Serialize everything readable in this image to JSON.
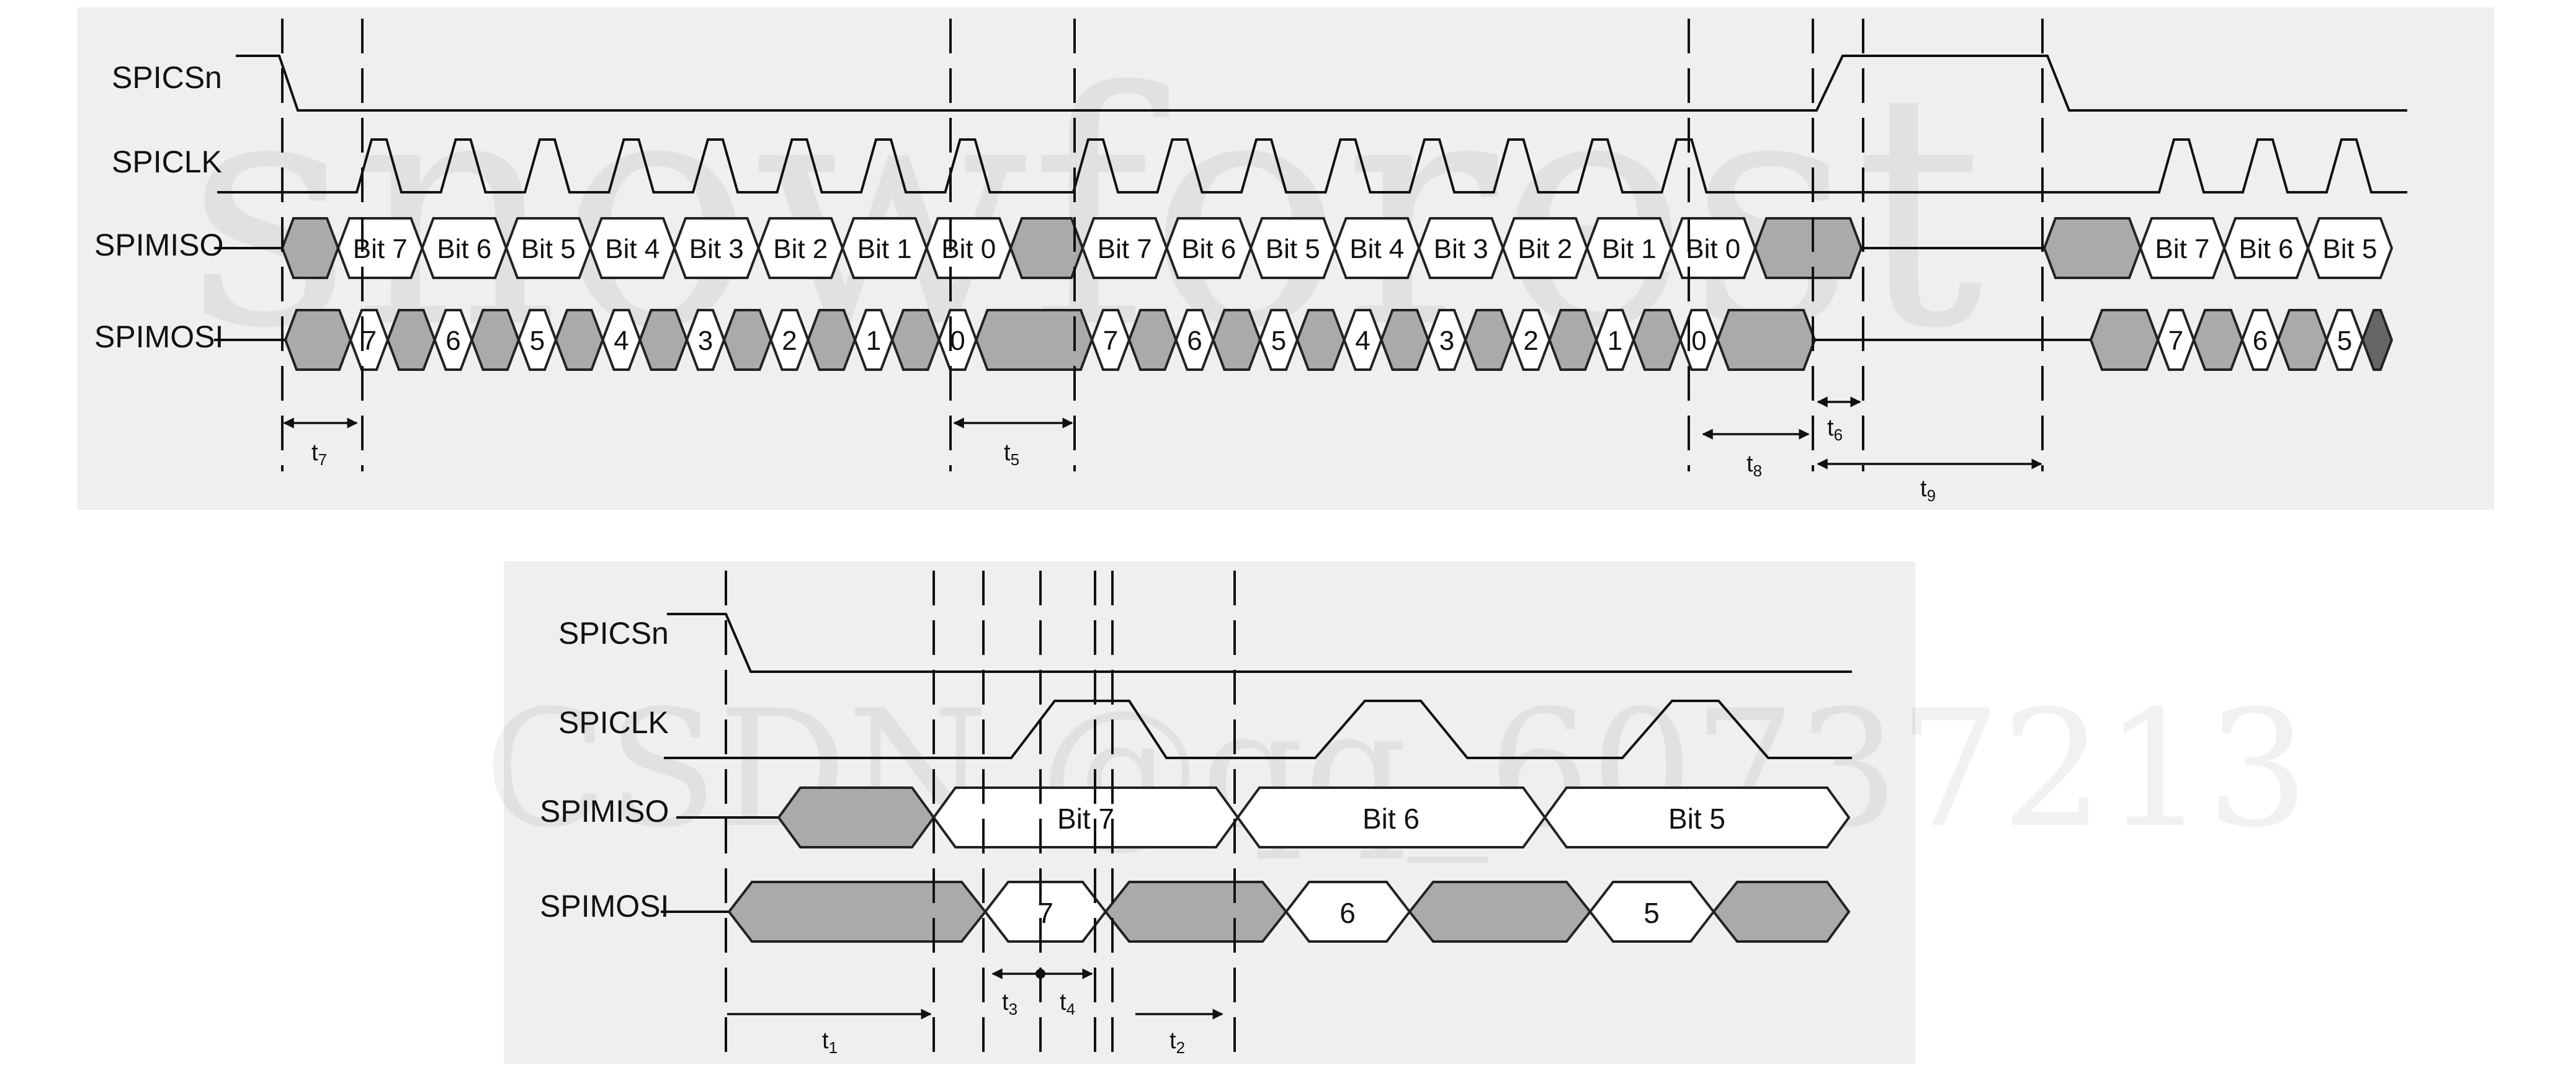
{
  "colors": {
    "background": "#ffffff",
    "panel": "#efefef",
    "data_fill": "#ffffff",
    "idle_fill": "#aaaaaa",
    "line": "#111111"
  },
  "watermarks": [
    "snowforest",
    "CSDN @qq_60737213"
  ],
  "top": {
    "signals": [
      "SPICSn",
      "SPICLK",
      "SPIMISO",
      "SPIMOSI"
    ],
    "miso_bits": [
      "Bit 7",
      "Bit 6",
      "Bit 5",
      "Bit 4",
      "Bit 3",
      "Bit 2",
      "Bit 1",
      "Bit 0"
    ],
    "miso_tail_bits": [
      "Bit 7",
      "Bit 6",
      "Bit 5"
    ],
    "mosi_bits": [
      "7",
      "6",
      "5",
      "4",
      "3",
      "2",
      "1",
      "0"
    ],
    "mosi_tail_bits": [
      "7",
      "6",
      "5"
    ],
    "timings": [
      {
        "id": "t7",
        "base": "t",
        "sub": "7"
      },
      {
        "id": "t5",
        "base": "t",
        "sub": "5"
      },
      {
        "id": "t8",
        "base": "t",
        "sub": "8"
      },
      {
        "id": "t6",
        "base": "t",
        "sub": "6"
      },
      {
        "id": "t9",
        "base": "t",
        "sub": "9"
      }
    ]
  },
  "bottom": {
    "signals": [
      "SPICSn",
      "SPICLK",
      "SPIMISO",
      "SPIMOSI"
    ],
    "miso_bits": [
      "Bit 7",
      "Bit 6",
      "Bit 5"
    ],
    "mosi_bits": [
      "7",
      "6",
      "5"
    ],
    "timings": [
      {
        "id": "t1",
        "base": "t",
        "sub": "1"
      },
      {
        "id": "t3",
        "base": "t",
        "sub": "3"
      },
      {
        "id": "t4",
        "base": "t",
        "sub": "4"
      },
      {
        "id": "t2",
        "base": "t",
        "sub": "2"
      }
    ]
  }
}
